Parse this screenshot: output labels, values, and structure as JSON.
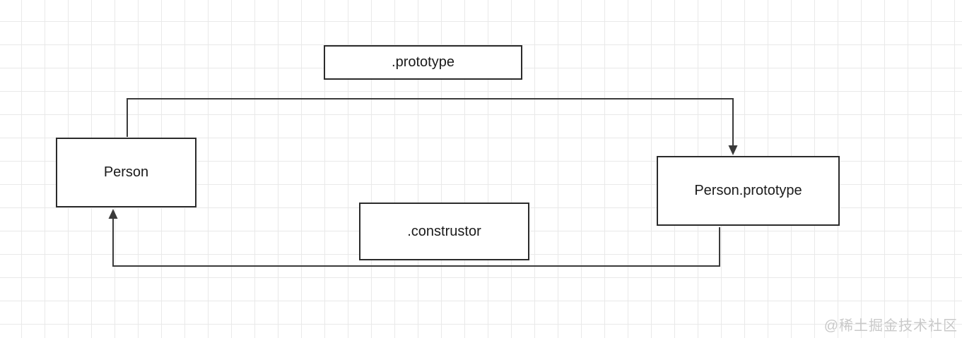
{
  "diagram": {
    "nodes": [
      {
        "id": "prototype-label",
        "label": ".prototype"
      },
      {
        "id": "person",
        "label": "Person"
      },
      {
        "id": "person-prototype",
        "label": "Person.prototype"
      },
      {
        "id": "construstor-label",
        "label": ".construstor"
      }
    ],
    "edges": [
      {
        "from": "Person",
        "to": "Person.prototype",
        "label": ".prototype",
        "route": "top"
      },
      {
        "from": "Person.prototype",
        "to": "Person",
        "label": ".construstor",
        "route": "bottom"
      }
    ],
    "colors": {
      "node_border": "#2b2b2b",
      "connector": "#3a3a3a",
      "text": "#1a1a1a",
      "grid_line": "#e9e9e9",
      "background": "#ffffff",
      "watermark_text": "#c9c9c9"
    }
  },
  "watermark": {
    "text": "@稀土掘金技术社区"
  }
}
